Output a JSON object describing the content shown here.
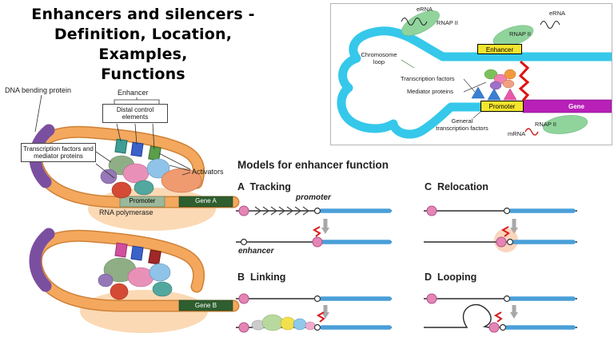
{
  "title": {
    "line1": "Enhancers and silencers -",
    "line2": "Definition, Location, Examples,",
    "line3": "Functions"
  },
  "left": {
    "dna_bending_protein": "DNA bending protein",
    "enhancer": "Enhancer",
    "distal_control_elements": "Distal control elements",
    "tf_mediator": "Transcription factors and mediator proteins",
    "activators": "Activators",
    "promoter": "Promoter",
    "gene_a": "Gene A",
    "rna_polymerase": "RNA polymerase",
    "gene_b": "Gene B"
  },
  "loop": {
    "erna_left": "eRNA",
    "rnap_left": "RNAP II",
    "rnap_mid": "RNAP II",
    "erna_right": "eRNA",
    "enhancer": "Enhancer",
    "chromosome_loop": "Chromosome loop",
    "transcription_factors": "Transcription factors",
    "mediator_proteins": "Mediator proteins",
    "general_tf": "General transcription factors",
    "promoter": "Promoter",
    "gene": "Gene",
    "mrna": "mRNA",
    "rnap_bottom": "RNAP II"
  },
  "models": {
    "heading": "Models for enhancer function",
    "a": "A  Tracking",
    "b": "B  Linking",
    "c": "C  Relocation",
    "d": "D  Looping",
    "promoter": "promoter",
    "enhancer": "enhancer"
  },
  "colors": {
    "dna_band": "#f3a85e",
    "dna_outline": "#cf8136",
    "bending_protein": "#7b4fa0",
    "gene_band": "#2f5e2f",
    "promoter_box": "#9cb89a",
    "polymerase": "#fbd9b4",
    "chromosome": "#35c8ea",
    "rnap_green": "#90d49c",
    "enhancer_yellow": "#f5e52e",
    "gene_magenta": "#b820b8",
    "signal_red": "#e01212",
    "model_blue": "#4a9fd8",
    "model_pink": "#e585b5"
  }
}
